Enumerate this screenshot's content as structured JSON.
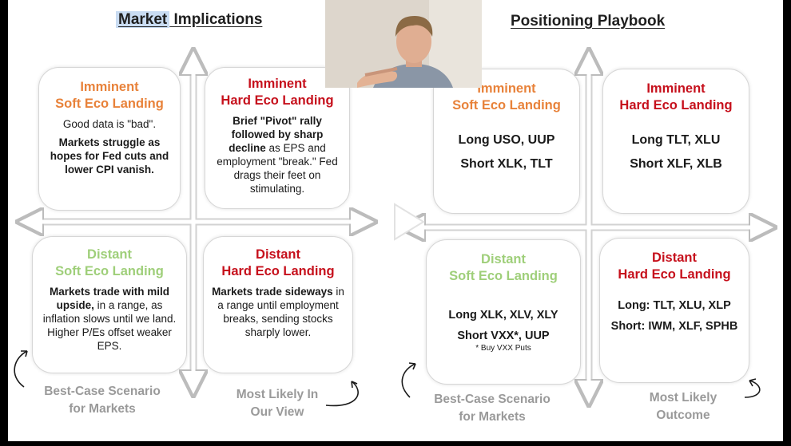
{
  "slide": {
    "left_title_highlight": "Market",
    "left_title_rest": " Implications",
    "right_title": "Positioning Playbook",
    "market": {
      "imminent_soft": {
        "title_line1": "Imminent",
        "title_line2": "Soft Eco Landing",
        "line1": "Good data is \"bad\".",
        "line2": "Markets struggle as hopes for Fed cuts and lower CPI vanish."
      },
      "imminent_hard": {
        "title_line1": "Imminent",
        "title_line2": "Hard Eco Landing",
        "bold": "Brief \"Pivot\" rally followed by sharp decline",
        "rest": " as EPS and employment \"break.\" Fed drags their feet on stimulating."
      },
      "distant_soft": {
        "title_line1": "Distant",
        "title_line2": "Soft Eco Landing",
        "bold": "Markets trade with mild upside,",
        "rest": " in a range, as inflation slows until we land. Higher P/Es offset weaker EPS."
      },
      "distant_hard": {
        "title_line1": "Distant",
        "title_line2": "Hard Eco Landing",
        "bold": "Markets trade sideways",
        "rest": " in a range until employment breaks, sending stocks sharply lower."
      },
      "caption_best_line1": "Best-Case Scenario",
      "caption_best_line2": "for Markets",
      "caption_likely_line1": "Most Likely In",
      "caption_likely_line2": "Our View"
    },
    "playbook": {
      "imminent_soft": {
        "title_line1": "Imminent",
        "title_line2": "Soft Eco Landing",
        "line1": "Long USO, UUP",
        "line2": "Short XLK, TLT"
      },
      "imminent_hard": {
        "title_line1": "Imminent",
        "title_line2": "Hard Eco Landing",
        "line1": "Long TLT, XLU",
        "line2": "Short XLF, XLB"
      },
      "distant_soft": {
        "title_line1": "Distant",
        "title_line2": "Soft Eco Landing",
        "line1": "Long XLK, XLV, XLY",
        "line2": "Short VXX*, UUP",
        "note": "* Buy VXX Puts"
      },
      "distant_hard": {
        "title_line1": "Distant",
        "title_line2": "Hard Eco Landing",
        "line1": "Long: TLT, XLU, XLP",
        "line2": "Short: IWM, XLF, SPHB"
      },
      "caption_best_line1": "Best-Case Scenario",
      "caption_best_line2": "for Markets",
      "caption_likely_line1": "Most Likely",
      "caption_likely_line2": "Outcome"
    }
  },
  "player": {
    "play_icon": "play-icon",
    "webcam": "presenter-webcam"
  },
  "colors": {
    "imminent_soft": "#e8823a",
    "hard_landing": "#c6101c",
    "distant_soft": "#9fcf7a",
    "caption": "#9a9a9a",
    "highlight": "#c9dcf2"
  }
}
